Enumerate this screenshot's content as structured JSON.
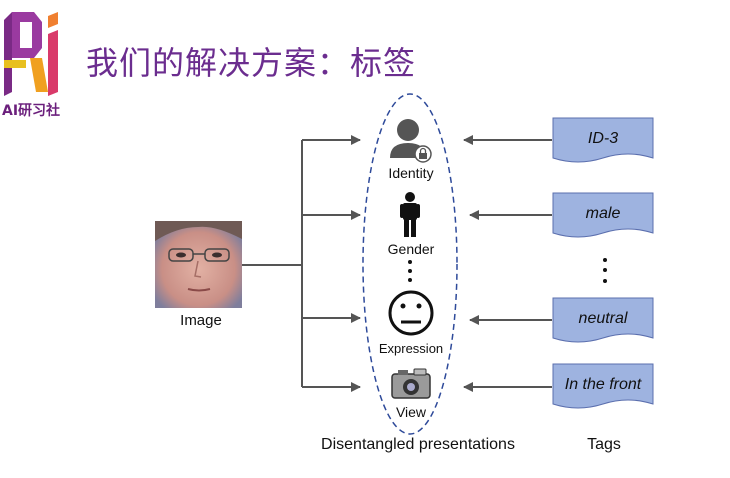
{
  "title": "我们的解决方案：标签",
  "logo_text": "AI研习社",
  "image_label": "Image",
  "representations": [
    {
      "label": "Identity",
      "icon": "identity-lock-icon"
    },
    {
      "label": "Gender",
      "icon": "person-icon"
    },
    {
      "label": "Expression",
      "icon": "neutral-face-icon"
    },
    {
      "label": "View",
      "icon": "camera-icon"
    }
  ],
  "tags": [
    "ID-3",
    "male",
    "neutral",
    "In the front"
  ],
  "captions": {
    "representations": "Disentangled presentations",
    "tags": "Tags"
  },
  "colors": {
    "title": "#6b2d8f",
    "tag_fill": "#9eb3e0",
    "tag_stroke": "#5b6fae",
    "ellipse": "#2e4a9a",
    "arrow": "#555555"
  }
}
